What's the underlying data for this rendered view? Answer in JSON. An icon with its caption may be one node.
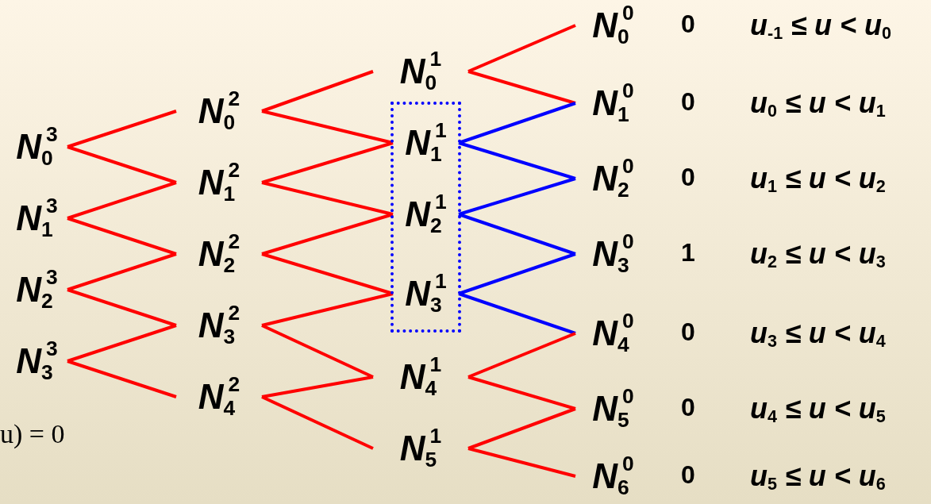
{
  "diagram": {
    "nodes": [
      {
        "text": [
          "N$_{0}$$^{3}$"
        ]
      },
      {
        "text": [
          "N$_{1}$$^{3}$"
        ]
      },
      {
        "text": [
          "N$_{2}$$^{3}$"
        ]
      },
      {
        "text": [
          "N$_{3}$$^{3}$"
        ]
      },
      {
        "text": [
          "N$_{0}$$^{2}$"
        ]
      },
      {
        "text": [
          "N$_{1}$$^{2}$"
        ]
      },
      {
        "text": [
          "N$_{2}$$^{2}$"
        ]
      },
      {
        "text": [
          "N$_{3}$$^{2}$"
        ]
      },
      {
        "text": [
          "N$_{4}$$^{2}$"
        ]
      },
      {
        "text": [
          "N$_{0}$$^{1}$"
        ]
      },
      {
        "text": [],
        "shape": "box"
      },
      {
        "text": [
          "N$_{1}$$^{1}$"
        ],
        "in": 10
      },
      {
        "text": [
          "N$_{2}$$^{1}$"
        ],
        "in": 10
      },
      {
        "text": [
          "N$_{3}$$^{1}$"
        ],
        "in": 10
      },
      {
        "text": [
          "N$_{4}$$^{1}$"
        ]
      },
      {
        "text": [
          "N$_{5}$$^{1}$"
        ]
      },
      {
        "text": [
          "N$_{0}$$^{0}$"
        ]
      },
      {
        "text": [
          "N$_{1}$$^{0}$"
        ]
      },
      {
        "text": [
          "N$_{2}$$^{0}$"
        ]
      },
      {
        "text": [
          "N$_{3}$$^{0}$"
        ]
      },
      {
        "text": [
          "N$_{4}$$^{0}$"
        ]
      },
      {
        "text": [
          "N$_{5}$$^{0}$"
        ]
      },
      {
        "text": [
          "N$_{6}$$^{0}$"
        ]
      }
    ],
    "edges": [
      {
        "from": 0,
        "to": 4,
        "arrow": "none"
      },
      {
        "from": 0,
        "to": 5,
        "arrow": "none"
      },
      {
        "from": 1,
        "to": 5,
        "arrow": "none"
      },
      {
        "from": 1,
        "to": 6,
        "arrow": "none"
      },
      {
        "from": 2,
        "to": 6,
        "arrow": "none"
      },
      {
        "from": 2,
        "to": 7,
        "arrow": "none"
      },
      {
        "from": 3,
        "to": 7,
        "arrow": "none"
      },
      {
        "from": 3,
        "to": 8,
        "arrow": "none"
      },
      {
        "from": 4,
        "to": 9,
        "arrow": "none"
      },
      {
        "from": 4,
        "to": 11,
        "arrow": "none"
      },
      {
        "from": 5,
        "to": 11,
        "arrow": "none"
      },
      {
        "from": 5,
        "to": 12,
        "arrow": "none"
      },
      {
        "from": 6,
        "to": 12,
        "arrow": "none"
      },
      {
        "from": 6,
        "to": 13,
        "arrow": "none"
      },
      {
        "from": 7,
        "to": 13,
        "arrow": "none"
      },
      {
        "from": 7,
        "to": 14,
        "arrow": "none"
      },
      {
        "from": 8,
        "to": 14,
        "arrow": "none"
      },
      {
        "from": 8,
        "to": 15,
        "arrow": "none"
      },
      {
        "from": 9,
        "to": 16,
        "arrow": "none"
      },
      {
        "from": 9,
        "to": 17,
        "arrow": "none"
      },
      {
        "from": 11,
        "to": 17,
        "arrow": "none",
        "color": "#0000ff"
      },
      {
        "from": 11,
        "to": 18,
        "arrow": "none",
        "color": "#0000ff"
      },
      {
        "from": 12,
        "to": 18,
        "arrow": "none",
        "color": "#0000ff"
      },
      {
        "from": 12,
        "to": 19,
        "arrow": "none",
        "color": "#0000ff"
      },
      {
        "from": 13,
        "to": 19,
        "arrow": "none",
        "color": "#0000ff"
      },
      {
        "from": 13,
        "to": 20,
        "arrow": "none",
        "color": "#0000ff"
      },
      {
        "from": 14,
        "to": 20,
        "arrow": "none"
      },
      {
        "from": 14,
        "to": 21,
        "arrow": "none"
      },
      {
        "from": 15,
        "to": 21,
        "arrow": "none"
      },
      {
        "from": 15,
        "to": 22,
        "arrow": "none"
      }
    ],
    "labels": [
      "0",
      "u$_{-1}$ ≤ u < u$_{0}$",
      "0",
      "u$_{0}$ ≤ u < u$_{1}$",
      "0",
      "u$_{1}$ ≤ u < u$_{2}$",
      "1",
      "u$_{2}$ ≤ u < u$_{3}$",
      "0",
      "u$_{3}$ ≤ u < u$_{4}$",
      "0",
      "u$_{4}$ ≤ u < u$_{5}$",
      "0",
      "u$_{5}$ ≤ u < u$_{6}$",
      "u) = 0"
    ]
  }
}
